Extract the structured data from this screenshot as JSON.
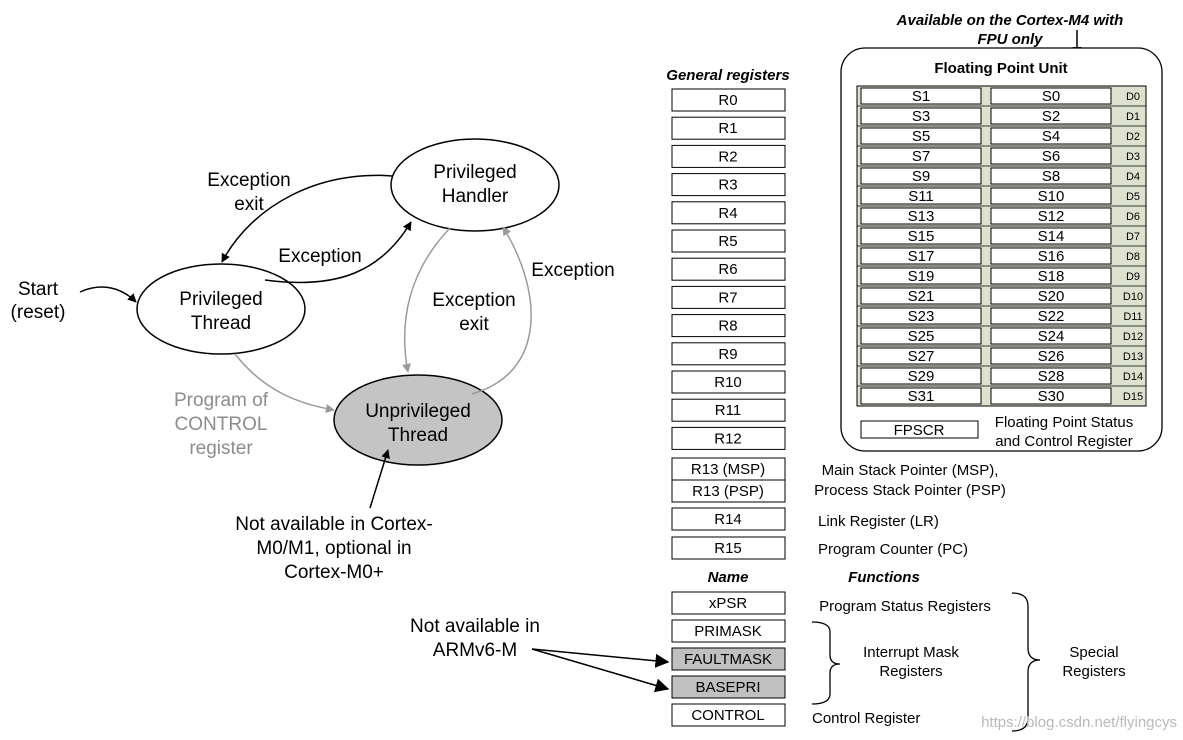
{
  "state_diagram": {
    "states": {
      "privileged_handler": [
        "Privileged",
        "Handler"
      ],
      "privileged_thread": [
        "Privileged",
        "Thread"
      ],
      "unprivileged_thread": [
        "Unprivileged",
        "Thread"
      ]
    },
    "labels": {
      "exception_exit_left": [
        "Exception",
        "exit"
      ],
      "exception_mid": "Exception",
      "exception_right": "Exception",
      "exception_exit_right": [
        "Exception",
        "exit"
      ],
      "start": [
        "Start",
        "(reset)"
      ],
      "program_control": [
        "Program of",
        "CONTROL",
        "register"
      ],
      "not_available_m0": [
        "Not available in Cortex-",
        "M0/M1, optional in",
        "Cortex-M0+"
      ]
    }
  },
  "registers": {
    "general_header": "General registers",
    "general": [
      "R0",
      "R1",
      "R2",
      "R3",
      "R4",
      "R5",
      "R6",
      "R7",
      "R8",
      "R9",
      "R10",
      "R11",
      "R12"
    ],
    "r13_msp": "R13 (MSP)",
    "r13_psp": "R13 (PSP)",
    "r14": "R14",
    "r15": "R15",
    "r13_function": [
      "Main Stack Pointer (MSP),",
      "Process Stack Pointer (PSP)"
    ],
    "r14_function": "Link Register (LR)",
    "r15_function": "Program Counter (PC)",
    "name_header": "Name",
    "functions_header": "Functions",
    "special": [
      {
        "name": "xPSR",
        "shaded": false
      },
      {
        "name": "PRIMASK",
        "shaded": false
      },
      {
        "name": "FAULTMASK",
        "shaded": true
      },
      {
        "name": "BASEPRI",
        "shaded": true
      },
      {
        "name": "CONTROL",
        "shaded": false
      }
    ],
    "program_status": "Program Status Registers",
    "interrupt_mask": [
      "Interrupt Mask",
      "Registers"
    ],
    "control_register": "Control Register",
    "special_registers": [
      "Special",
      "Registers"
    ],
    "not_available_armv6": [
      "Not available in",
      "ARMv6-M"
    ]
  },
  "fpu": {
    "note": [
      "Available on the Cortex-M4 with",
      "FPU only"
    ],
    "title": "Floating Point Unit",
    "rows": [
      {
        "odd": "S1",
        "even": "S0",
        "d": "D0"
      },
      {
        "odd": "S3",
        "even": "S2",
        "d": "D1"
      },
      {
        "odd": "S5",
        "even": "S4",
        "d": "D2"
      },
      {
        "odd": "S7",
        "even": "S6",
        "d": "D3"
      },
      {
        "odd": "S9",
        "even": "S8",
        "d": "D4"
      },
      {
        "odd": "S11",
        "even": "S10",
        "d": "D5"
      },
      {
        "odd": "S13",
        "even": "S12",
        "d": "D6"
      },
      {
        "odd": "S15",
        "even": "S14",
        "d": "D7"
      },
      {
        "odd": "S17",
        "even": "S16",
        "d": "D8"
      },
      {
        "odd": "S19",
        "even": "S18",
        "d": "D9"
      },
      {
        "odd": "S21",
        "even": "S20",
        "d": "D10"
      },
      {
        "odd": "S23",
        "even": "S22",
        "d": "D11"
      },
      {
        "odd": "S25",
        "even": "S24",
        "d": "D12"
      },
      {
        "odd": "S27",
        "even": "S26",
        "d": "D13"
      },
      {
        "odd": "S29",
        "even": "S28",
        "d": "D14"
      },
      {
        "odd": "S31",
        "even": "S30",
        "d": "D15"
      }
    ],
    "fpscr": "FPSCR",
    "fpscr_label": [
      "Floating Point Status",
      "and Control Register"
    ]
  },
  "watermark": "https://blog.csdn.net/flyingcys",
  "colors": {
    "fpu_fill": "#dde2cf",
    "shaded_register": "#c0c0c0",
    "gray_arrow": "#9a9a9a",
    "unprivileged_fill": "#c4c4c4"
  }
}
